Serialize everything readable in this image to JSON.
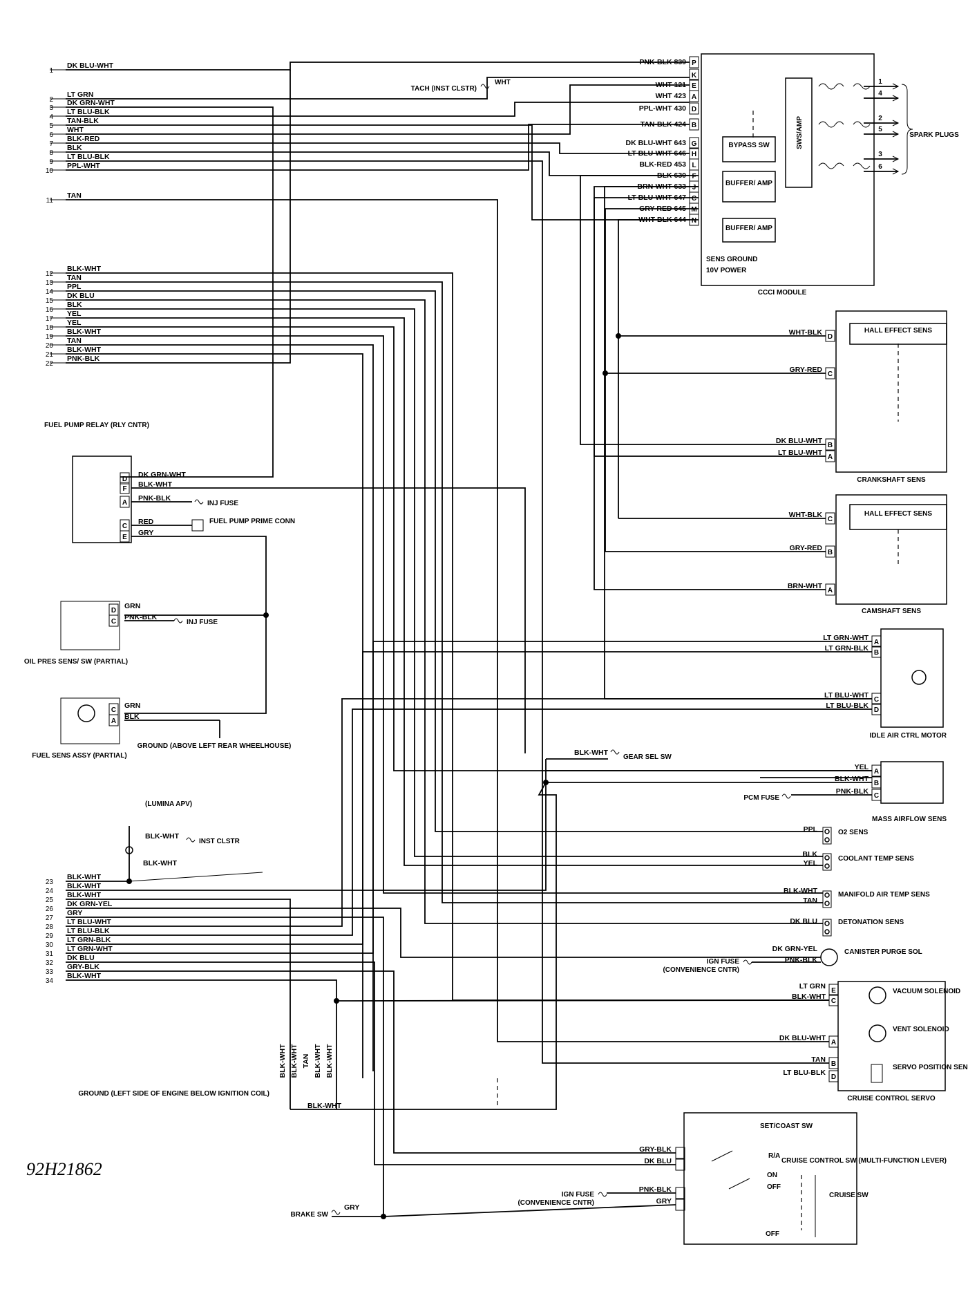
{
  "diagram_ref": "92H21862",
  "pcm_pins_top": [
    {
      "num": "1",
      "label": "DK BLU-WHT"
    },
    {
      "num": "2",
      "label": "LT GRN"
    },
    {
      "num": "3",
      "label": "DK GRN-WHT"
    },
    {
      "num": "4",
      "label": "LT BLU-BLK"
    },
    {
      "num": "5",
      "label": "TAN-BLK"
    },
    {
      "num": "6",
      "label": "WHT"
    },
    {
      "num": "7",
      "label": "BLK-RED"
    },
    {
      "num": "8",
      "label": "BLK"
    },
    {
      "num": "9",
      "label": "LT BLU-BLK"
    },
    {
      "num": "10",
      "label": "PPL-WHT"
    },
    {
      "num": "11",
      "label": "TAN"
    },
    {
      "num": "12",
      "label": "BLK-WHT"
    },
    {
      "num": "13",
      "label": "TAN"
    },
    {
      "num": "14",
      "label": "PPL"
    },
    {
      "num": "15",
      "label": "DK BLU"
    },
    {
      "num": "16",
      "label": "BLK"
    },
    {
      "num": "17",
      "label": "YEL"
    },
    {
      "num": "18",
      "label": "YEL"
    },
    {
      "num": "19",
      "label": "BLK-WHT"
    },
    {
      "num": "20",
      "label": "TAN"
    },
    {
      "num": "21",
      "label": "BLK-WHT"
    },
    {
      "num": "22",
      "label": "PNK-BLK"
    }
  ],
  "pcm_pins_bottom": [
    {
      "num": "23",
      "label": "BLK-WHT"
    },
    {
      "num": "24",
      "label": "BLK-WHT"
    },
    {
      "num": "25",
      "label": "BLK-WHT"
    },
    {
      "num": "26",
      "label": "DK GRN-YEL"
    },
    {
      "num": "27",
      "label": "GRY"
    },
    {
      "num": "28",
      "label": "LT BLU-WHT"
    },
    {
      "num": "29",
      "label": "LT BLU-BLK"
    },
    {
      "num": "30",
      "label": "LT GRN-BLK"
    },
    {
      "num": "31",
      "label": "LT GRN-WHT"
    },
    {
      "num": "32",
      "label": "DK BLU"
    },
    {
      "num": "33",
      "label": "GRY-BLK"
    },
    {
      "num": "34",
      "label": "BLK-WHT"
    }
  ],
  "ccci": {
    "title": "CCCI MODULE",
    "pins": [
      {
        "pin": "P",
        "label": "PNK-BLK 839"
      },
      {
        "pin": "K",
        "label": ""
      },
      {
        "pin": "E",
        "label": "WHT 121"
      },
      {
        "pin": "A",
        "label": "WHT 423"
      },
      {
        "pin": "D",
        "label": "PPL-WHT 430"
      },
      {
        "pin": "B",
        "label": "TAN-BLK 424"
      },
      {
        "pin": "G",
        "label": "DK BLU-WHT 643"
      },
      {
        "pin": "H",
        "label": "LT BLU-WHT 646"
      },
      {
        "pin": "L",
        "label": "BLK-RED 453"
      },
      {
        "pin": "F",
        "label": "BLK 630"
      },
      {
        "pin": "J",
        "label": "BRN-WHT 633"
      },
      {
        "pin": "C",
        "label": "LT BLU-WHT 647"
      },
      {
        "pin": "M",
        "label": "GRY-RED 645"
      },
      {
        "pin": "N",
        "label": "WHT-BLK 644"
      }
    ],
    "bypass": "BYPASS SW",
    "buffer": "BUFFER/ AMP",
    "sws": "SWS/AMP",
    "sens_ground": "SENS GROUND",
    "power": "10V POWER",
    "tach_label": "TACH (INST CLSTR)",
    "tach_wire": "WHT",
    "plugs_label": "SPARK PLUGS",
    "plug_nums": [
      "1",
      "4",
      "2",
      "5",
      "3",
      "6"
    ]
  },
  "crank": {
    "title": "CRANKSHAFT SENS",
    "hall": "HALL EFFECT SENS",
    "pins": [
      {
        "pin": "D",
        "label": "WHT-BLK"
      },
      {
        "pin": "C",
        "label": "GRY-RED"
      },
      {
        "pin": "B",
        "label": "DK BLU-WHT"
      },
      {
        "pin": "A",
        "label": "LT BLU-WHT"
      }
    ]
  },
  "cam": {
    "title": "CAMSHAFT SENS",
    "hall": "HALL EFFECT SENS",
    "pins": [
      {
        "pin": "C",
        "label": "WHT-BLK"
      },
      {
        "pin": "B",
        "label": "GRY-RED"
      },
      {
        "pin": "A",
        "label": "BRN-WHT"
      }
    ]
  },
  "iac": {
    "title": "IDLE AIR CTRL MOTOR",
    "pins": [
      {
        "pin": "A",
        "label": "LT GRN-WHT"
      },
      {
        "pin": "B",
        "label": "LT GRN-BLK"
      },
      {
        "pin": "C",
        "label": "LT BLU-WHT"
      },
      {
        "pin": "D",
        "label": "LT BLU-BLK"
      }
    ]
  },
  "maf": {
    "title": "MASS AIRFLOW SENS",
    "pins": [
      {
        "pin": "A",
        "label": "YEL"
      },
      {
        "pin": "B",
        "label": "BLK-WHT"
      },
      {
        "pin": "C",
        "label": "PNK-BLK"
      }
    ],
    "fuse": "PCM FUSE"
  },
  "gear_sel": {
    "wire": "BLK-WHT",
    "label": "GEAR SEL SW"
  },
  "sensors": {
    "o2": {
      "title": "O2 SENS",
      "wire": "PPL"
    },
    "coolant": {
      "title": "COOLANT TEMP SENS",
      "wires": [
        "BLK",
        "YEL"
      ]
    },
    "mat": {
      "title": "MANIFOLD AIR TEMP SENS",
      "wires": [
        "BLK-WHT",
        "TAN"
      ]
    },
    "det": {
      "title": "DETONATION SENS",
      "wire": "DK BLU"
    },
    "canister": {
      "title": "CANISTER PURGE SOL",
      "wires": [
        "DK GRN-YEL",
        "PNK-BLK"
      ],
      "fuse": "IGN FUSE",
      "fuse_loc": "(CONVENIENCE CNTR)"
    }
  },
  "cruise_servo": {
    "title": "CRUISE CONTROL SERVO",
    "pins": [
      {
        "pin": "E",
        "label": "LT GRN"
      },
      {
        "pin": "C",
        "label": "BLK-WHT"
      },
      {
        "pin": "A",
        "label": "DK BLU-WHT"
      },
      {
        "pin": "B",
        "label": "TAN"
      },
      {
        "pin": "D",
        "label": "LT BLU-BLK"
      }
    ],
    "vacuum": "VACUUM SOLENOID",
    "vent": "VENT SOLENOID",
    "servo": "SERVO POSITION SENS"
  },
  "cruise_sw": {
    "title": "CRUISE CONTROL SW (MULTI-FUNCTION LEVER)",
    "set_coast": "SET/COAST SW",
    "ra": "R/A",
    "on": "ON",
    "off": "OFF",
    "cruise": "CRUISE SW",
    "off2": "OFF",
    "wires": [
      "GRY-BLK",
      "DK BLU",
      "PNK-BLK",
      "GRY"
    ],
    "fuse": "IGN FUSE",
    "fuse_loc": "(CONVENIENCE CNTR)"
  },
  "brake": {
    "label": "BRAKE SW",
    "wire": "GRY"
  },
  "fuel_relay": {
    "title": "FUEL PUMP RELAY (RLY CNTR)",
    "pins": [
      {
        "pin": "D",
        "label": "DK GRN-WHT"
      },
      {
        "pin": "F",
        "label": "BLK-WHT"
      },
      {
        "pin": "A",
        "label": "PNK-BLK"
      },
      {
        "pin": "C",
        "label": "RED"
      },
      {
        "pin": "E",
        "label": "GRY"
      }
    ],
    "inj_fuse": "INJ FUSE",
    "prime": "FUEL PUMP PRIME CONN"
  },
  "oil": {
    "title": "OIL PRES SENS/ SW (PARTIAL)",
    "pins": [
      {
        "pin": "D",
        "label": "GRN"
      },
      {
        "pin": "C",
        "label": "PNK-BLK"
      }
    ],
    "fuse": "INJ FUSE"
  },
  "fuel_sens": {
    "title": "FUEL SENS ASSY (PARTIAL)",
    "pins": [
      {
        "pin": "C",
        "label": "GRN"
      },
      {
        "pin": "A",
        "label": "BLK"
      }
    ],
    "ground": "GROUND (ABOVE LEFT REAR WHEELHOUSE)"
  },
  "apv": {
    "label": "(LUMINA APV)",
    "wire": "BLK-WHT",
    "inst": "INST CLSTR",
    "wire2": "BLK-WHT"
  },
  "engine_ground": {
    "label": "GROUND (LEFT SIDE OF ENGINE BELOW IGNITION COIL)",
    "wire": "BLK-WHT",
    "vert_wires": [
      "BLK-WHT",
      "BLK-WHT",
      "TAN",
      "BLK-WHT",
      "BLK-WHT"
    ]
  }
}
